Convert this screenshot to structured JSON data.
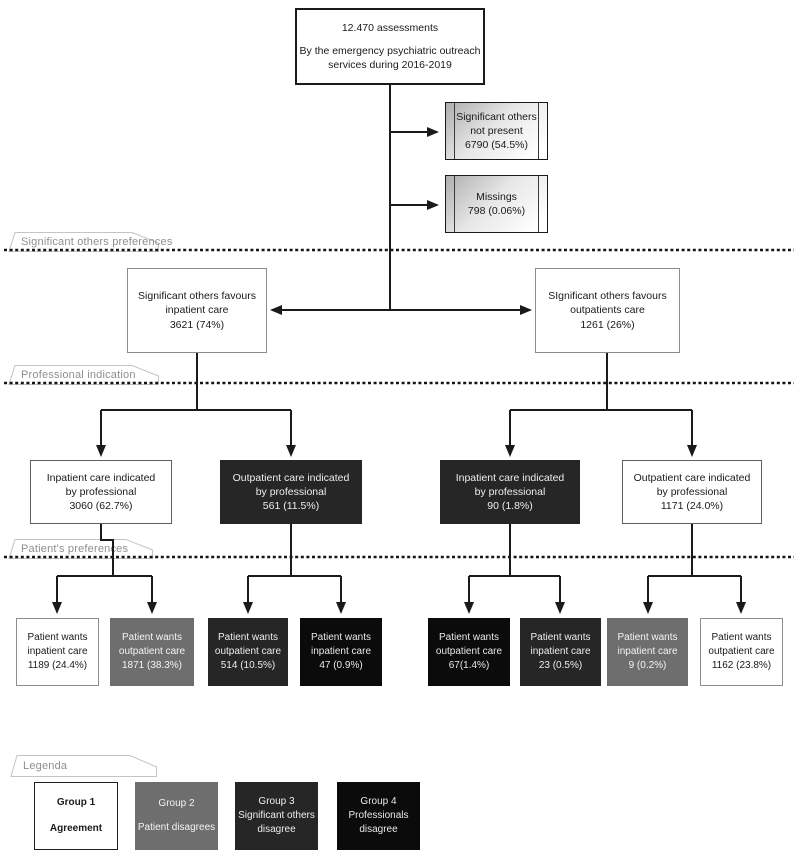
{
  "colors": {
    "arrow": "#1a1a1a",
    "group1_bg": "#ffffff",
    "group2_bg": "#6e6e6e",
    "group3_bg": "#262626",
    "group4_bg": "#0b0b0b",
    "tag_border": "#c4c4c4",
    "tag_text": "#8f8f8f"
  },
  "root": {
    "title": "12.470 assessments",
    "subtitle": "By the emergency psychiatric outreach\nservices during 2016-2019"
  },
  "exclusions": [
    {
      "label": "Significant others\nnot present",
      "value": "6790 (54.5%)"
    },
    {
      "label": "Missings",
      "value": "798 (0.06%)"
    }
  ],
  "sections": [
    {
      "label": "Significant others preferences"
    },
    {
      "label": "Professional indication"
    },
    {
      "label": "Patient's preferences"
    },
    {
      "label": "Legenda"
    }
  ],
  "so_row": [
    {
      "label": "Significant others favours\ninpatient care",
      "value": "3621 (74%)"
    },
    {
      "label": "SIgnificant others favours\noutpatients care",
      "value": "1261 (26%)"
    }
  ],
  "prof_row": [
    {
      "label": "Inpatient care indicated\nby professional",
      "value": "3060 (62.7%)",
      "variant": "white"
    },
    {
      "label": "Outpatient care indicated\nby professional",
      "value": "561 (11.5%)",
      "variant": "dark"
    },
    {
      "label": "Inpatient care indicated\nby professional",
      "value": "90 (1.8%)",
      "variant": "dark"
    },
    {
      "label": "Outpatient care indicated\nby professional",
      "value": "1171 (24.0%)",
      "variant": "white"
    }
  ],
  "patient_row": [
    {
      "label": "Patient wants\ninpatient care",
      "value": "1189 (24.4%)",
      "variant": "white"
    },
    {
      "label": "Patient wants\noutpatient care",
      "value": "1871 (38.3%)",
      "variant": "gray"
    },
    {
      "label": "Patient wants\noutpatient care",
      "value": "514 (10.5%)",
      "variant": "dark"
    },
    {
      "label": "Patient wants\ninpatient care",
      "value": "47 (0.9%)",
      "variant": "black"
    },
    {
      "label": "Patient wants\noutpatient care",
      "value": "67(1.4%)",
      "variant": "black"
    },
    {
      "label": "Patient wants\ninpatient care",
      "value": "23 (0.5%)",
      "variant": "dark"
    },
    {
      "label": "Patient wants\ninpatient care",
      "value": "9 (0.2%)",
      "variant": "gray"
    },
    {
      "label": "Patient wants\noutpatient care",
      "value": "1162 (23.8%)",
      "variant": "white"
    }
  ],
  "legend": [
    {
      "title": "Group 1",
      "desc": "Agreement",
      "variant": "white"
    },
    {
      "title": "Group 2",
      "desc": "Patient disagrees",
      "variant": "gray"
    },
    {
      "title": "Group 3",
      "desc": "Significant others\ndisagree",
      "variant": "dark"
    },
    {
      "title": "Group 4",
      "desc": "Professionals\ndisagree",
      "variant": "black"
    }
  ]
}
